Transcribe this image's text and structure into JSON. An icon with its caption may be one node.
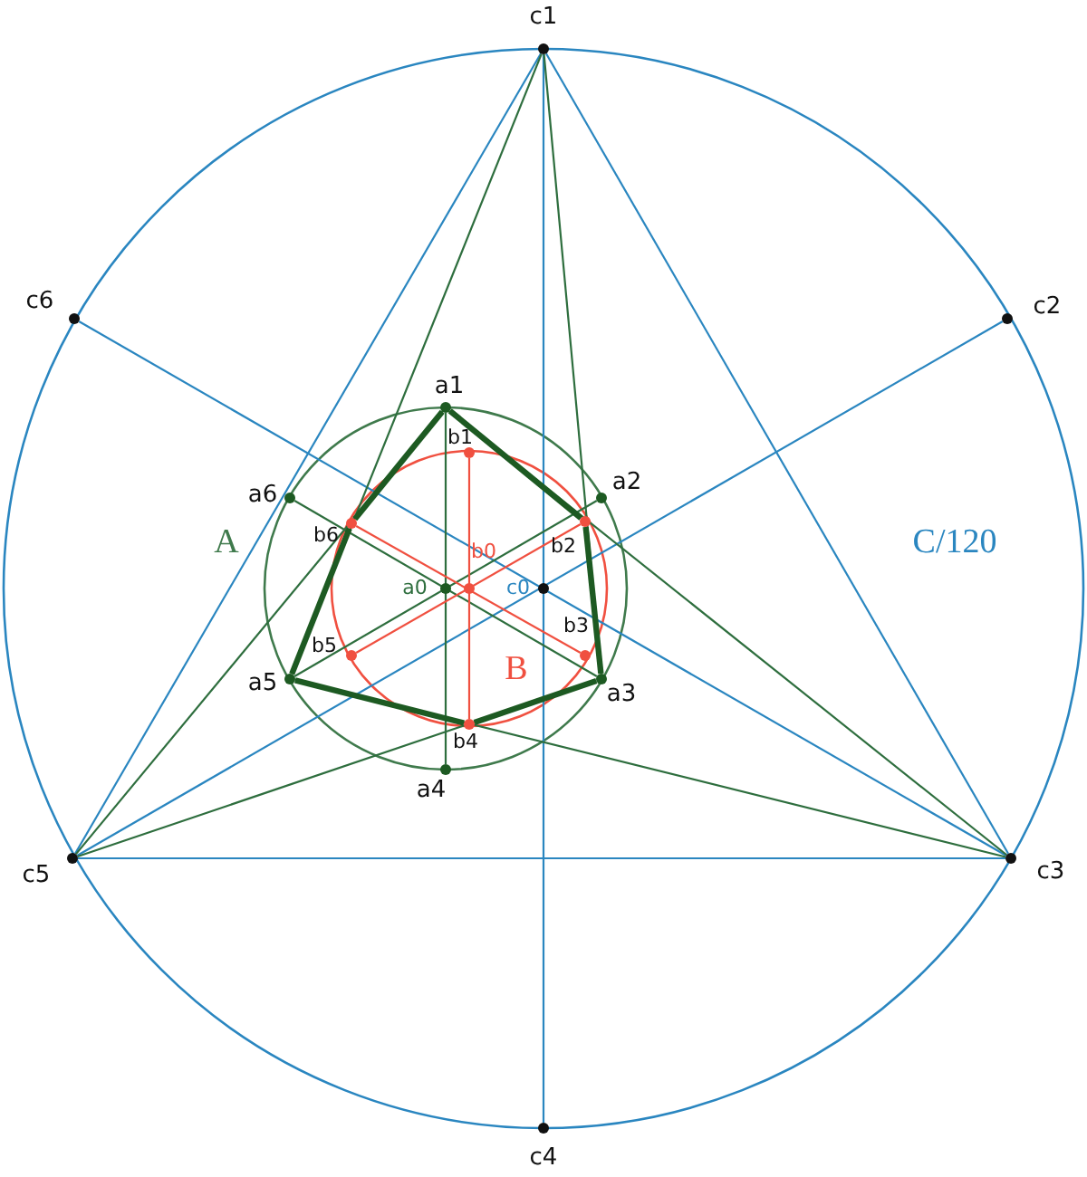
{
  "diagram": {
    "nodes": [
      {
        "text": [
          "C/120"
        ]
      },
      {
        "text": [
          "A"
        ]
      },
      {
        "text": [
          "B"
        ]
      },
      {
        "text": [
          "c0"
        ]
      },
      {
        "text": [
          "c1"
        ]
      },
      {
        "text": [
          "c2"
        ]
      },
      {
        "text": [
          "c3"
        ]
      },
      {
        "text": [
          "c4"
        ]
      },
      {
        "text": [
          "c5"
        ]
      },
      {
        "text": [
          "c6"
        ]
      },
      {
        "text": [
          "a0"
        ]
      },
      {
        "text": [
          "a1"
        ]
      },
      {
        "text": [
          "a2"
        ]
      },
      {
        "text": [
          "a3"
        ]
      },
      {
        "text": [
          "a4"
        ]
      },
      {
        "text": [
          "a5"
        ]
      },
      {
        "text": [
          "a6"
        ]
      },
      {
        "text": [
          "b0"
        ]
      },
      {
        "text": [
          "b1"
        ]
      },
      {
        "text": [
          "b2"
        ]
      },
      {
        "text": [
          "b3"
        ]
      },
      {
        "text": [
          "b4"
        ]
      },
      {
        "text": [
          "b5"
        ]
      },
      {
        "text": [
          "b6"
        ]
      }
    ],
    "edges": [
      {
        "from": 4,
        "to": 7,
        "arrow": "none",
        "color": "#2a86c0"
      },
      {
        "from": 5,
        "to": 8,
        "arrow": "none",
        "color": "#2a86c0"
      },
      {
        "from": 6,
        "to": 9,
        "arrow": "none",
        "color": "#2a86c0"
      },
      {
        "from": 4,
        "to": 6,
        "arrow": "none",
        "color": "#2a86c0"
      },
      {
        "from": 6,
        "to": 8,
        "arrow": "none",
        "color": "#2a86c0"
      },
      {
        "from": 8,
        "to": 4,
        "arrow": "none",
        "color": "#2a86c0"
      },
      {
        "from": 11,
        "to": 14,
        "arrow": "none"
      },
      {
        "from": 12,
        "to": 15,
        "arrow": "none"
      },
      {
        "from": 13,
        "to": 16,
        "arrow": "none"
      },
      {
        "from": 4,
        "to": 15,
        "arrow": "none"
      },
      {
        "from": 4,
        "to": 13,
        "arrow": "none"
      },
      {
        "from": 6,
        "to": 11,
        "arrow": "none"
      },
      {
        "from": 6,
        "to": 15,
        "arrow": "none"
      },
      {
        "from": 8,
        "to": 11,
        "arrow": "none"
      },
      {
        "from": 8,
        "to": 13,
        "arrow": "none"
      },
      {
        "from": 11,
        "to": 19,
        "arrow": "none",
        "style": "thick",
        "color": "#1d5a22"
      },
      {
        "from": 19,
        "to": 13,
        "arrow": "none",
        "style": "thick",
        "color": "#1d5a22"
      },
      {
        "from": 13,
        "to": 21,
        "arrow": "none",
        "style": "thick",
        "color": "#1d5a22"
      },
      {
        "from": 21,
        "to": 15,
        "arrow": "none",
        "style": "thick",
        "color": "#1d5a22"
      },
      {
        "from": 15,
        "to": 23,
        "arrow": "none",
        "style": "thick",
        "color": "#1d5a22"
      },
      {
        "from": 23,
        "to": 11,
        "arrow": "none",
        "style": "thick",
        "color": "#1d5a22"
      },
      {
        "from": 18,
        "to": 21,
        "arrow": "none",
        "color": "#f05040"
      },
      {
        "from": 19,
        "to": 22,
        "arrow": "none",
        "color": "#f05040"
      },
      {
        "from": 20,
        "to": 23,
        "arrow": "none",
        "color": "#f05040"
      }
    ]
  }
}
